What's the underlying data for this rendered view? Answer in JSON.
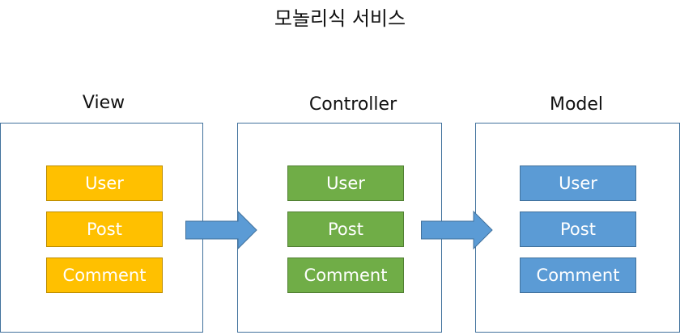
{
  "title": "모놀리식 서비스",
  "colors": {
    "box_border": "#41719c",
    "arrow_fill": "#5b9bd5",
    "arrow_stroke": "#41719c"
  },
  "layers": [
    {
      "label": "View",
      "fill": "#ffc000",
      "border": "#bc8c00",
      "items": [
        "User",
        "Post",
        "Comment"
      ]
    },
    {
      "label": "Controller",
      "fill": "#70ad47",
      "border": "#507e32",
      "items": [
        "User",
        "Post",
        "Comment"
      ]
    },
    {
      "label": "Model",
      "fill": "#5b9bd5",
      "border": "#41719c",
      "items": [
        "User",
        "Post",
        "Comment"
      ]
    }
  ],
  "arrows": [
    {
      "from": "View",
      "to": "Controller"
    },
    {
      "from": "Controller",
      "to": "Model"
    }
  ]
}
